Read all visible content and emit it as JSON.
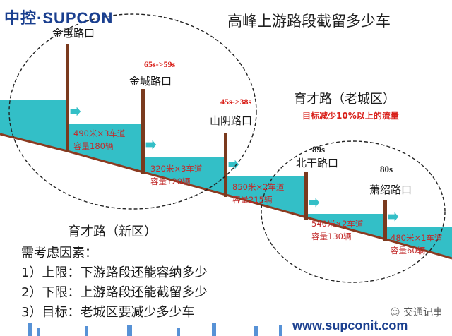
{
  "logo": "中控·SUPCON",
  "title": "高峰上游路段截留多少车",
  "junctions": [
    {
      "name": "金惠路口"
    },
    {
      "name": "金城路口",
      "timing": "65s->59s"
    },
    {
      "name": "山阴路口",
      "timing": "45s->38s"
    },
    {
      "name": "北干路口",
      "timing": "89s"
    },
    {
      "name": "萧绍路口",
      "timing": "80s"
    }
  ],
  "segments": [
    {
      "spec": "490米×3车道",
      "capacity": "容量180辆"
    },
    {
      "spec": "320米×3车道",
      "capacity": "容量120辆"
    },
    {
      "spec": "850米×2车道",
      "capacity": "容量215辆"
    },
    {
      "spec": "540米×2车道",
      "capacity": "容量130辆"
    },
    {
      "spec": "480米×1车道",
      "capacity": "容量60辆"
    }
  ],
  "regions": {
    "new": "育才路（新区）",
    "old": "育才路（老城区）",
    "old_goal": "目标减少10%以上的流量"
  },
  "considerations": {
    "heading": "需考虑因素：",
    "items": [
      "1）上限：下游路段还能容纳多少",
      "2）下限：上游路段还能截留多少",
      "3）目标：老城区要减少多少车"
    ]
  },
  "footer": {
    "url": "www.supconit.com",
    "watermark": "交通记事"
  },
  "colors": {
    "water": "#33bfc7",
    "pole": "#7a3a1e",
    "road": "#8b3a20",
    "logo": "#1a3f8f",
    "highlight": "#d9201a"
  }
}
